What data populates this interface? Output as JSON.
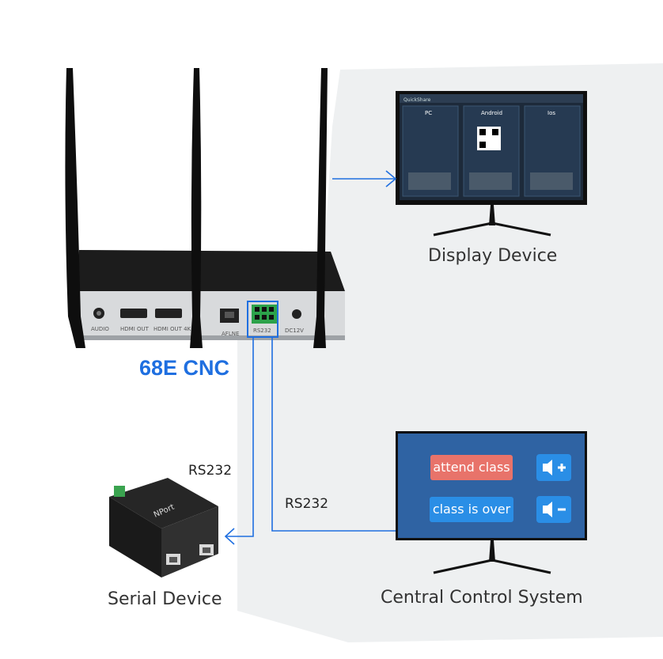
{
  "device": {
    "name": "68E CNC",
    "ports": [
      "AUDIO",
      "HDMI OUT",
      "HDMI OUT 4K",
      "AFLNE",
      "RS232",
      "DC12V"
    ]
  },
  "nodes": {
    "display": "Display Device",
    "serial": "Serial Device",
    "central": "Central Control System"
  },
  "links": {
    "serial_label": "RS232",
    "central_label": "RS232"
  },
  "control_panel": {
    "attend": "attend class",
    "over": "class is over",
    "vol_up_icon": "volume-up-icon",
    "vol_down_icon": "volume-down-icon"
  },
  "screen": {
    "brand": "QuickShare",
    "columns": [
      "PC",
      "Android",
      "Ios"
    ]
  },
  "serial_brand": "NPort",
  "colors": {
    "accent": "#1f6fe0",
    "attend": "#e8736a",
    "over": "#2a8ee6",
    "panel": "#2f63a3"
  }
}
